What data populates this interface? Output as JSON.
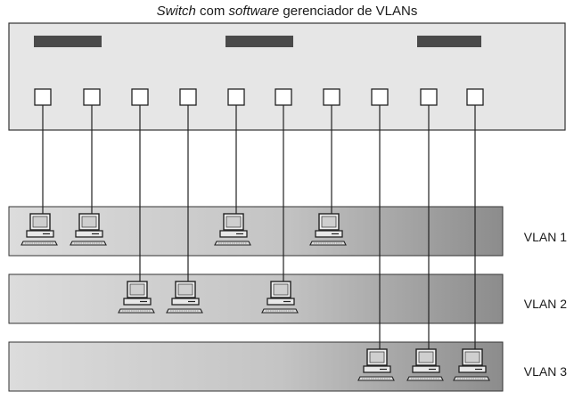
{
  "title": {
    "switch_word": "Switch",
    "connector_1": " com ",
    "software_word": "software",
    "rest": " gerenciador de VLANs"
  },
  "switch": {
    "led_count": 3,
    "port_count": 10
  },
  "vlans": [
    {
      "label": "VLAN 1",
      "ports": [
        1,
        2,
        5,
        7
      ]
    },
    {
      "label": "VLAN 2",
      "ports": [
        3,
        4,
        6
      ]
    },
    {
      "label": "VLAN 3",
      "ports": [
        8,
        9,
        10
      ]
    }
  ],
  "colors": {
    "switch_fill": "#e6e6e6",
    "vlan_fill_light": "#d9d9d9",
    "vlan_fill_dark": "#8f8f8f",
    "led": "#4a4a4a",
    "line": "#222222"
  }
}
